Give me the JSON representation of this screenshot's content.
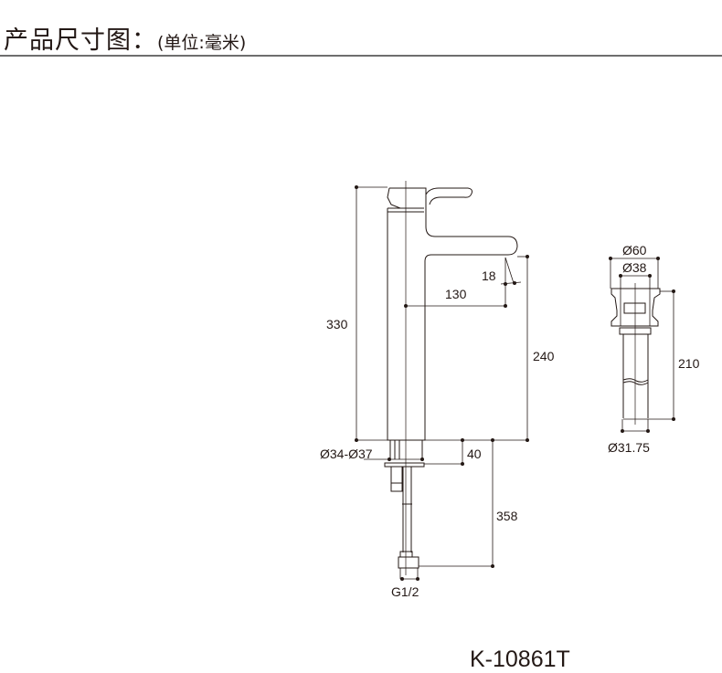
{
  "header": {
    "title": "产品尺寸图：",
    "unit_note": "(单位:毫米)"
  },
  "faucet": {
    "dims": {
      "height_total": "330",
      "spout_height": "240",
      "spout_reach": "130",
      "spout_angle": "18",
      "base_diameter": "Ø34-Ø37",
      "shank_length": "40",
      "hose_length": "358",
      "connector": "G1/2"
    }
  },
  "drain": {
    "dims": {
      "cap_diameter": "Ø60",
      "inner_diameter": "Ø38",
      "length": "210",
      "tube_diameter": "Ø31.75"
    }
  },
  "model": "K-10861T",
  "colors": {
    "line": "#231815",
    "rule": "#6e6e6e"
  }
}
